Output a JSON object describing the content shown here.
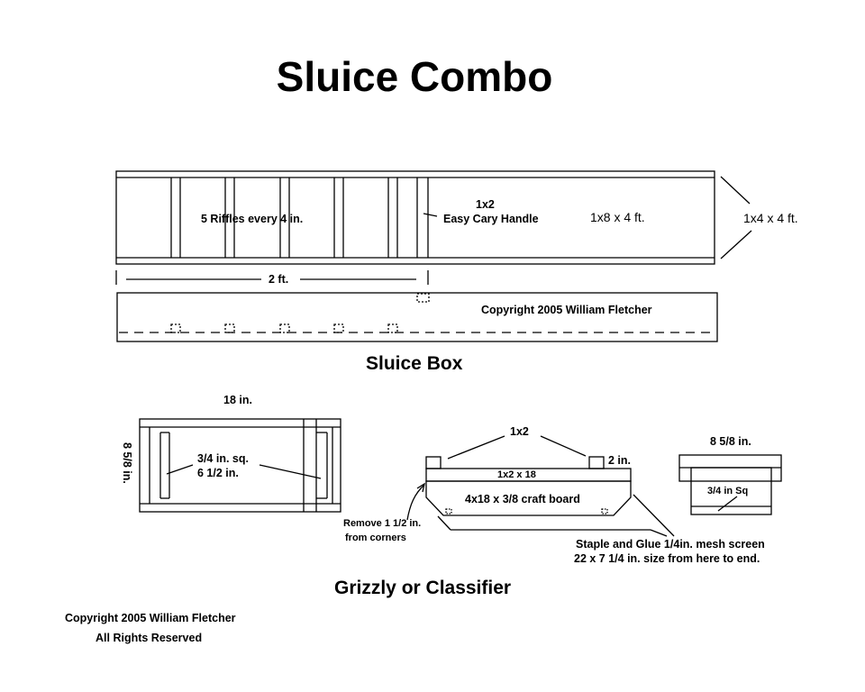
{
  "title": "Sluice Combo",
  "sluice_box": {
    "section_title": "Sluice Box",
    "riffles_label": "5 Riffles every 4 in.",
    "handle_size": "1x2",
    "handle_label": "Easy Cary Handle",
    "bottom_board_label": "1x8 x 4 ft.",
    "side_board_label": "1x4 x 4 ft.",
    "riffle_span_label": "2 ft.",
    "copyright": "Copyright 2005 William Fletcher"
  },
  "classifier": {
    "section_title": "Grizzly or Classifier",
    "width_label": "18 in.",
    "height_label": "8 5/8 in.",
    "bar_label_line1": "3/4 in. sq.",
    "bar_label_line2": "6 1/2 in.",
    "side_rail_label": "1x2",
    "post_height_label": "2 in.",
    "rail_label": "1x2 x 18",
    "board_label": "4x18 x 3/8 craft board",
    "corner_note_line1": "Remove 1 1/2 in.",
    "corner_note_line2": "from corners",
    "mesh_note_line1": "Staple and Glue 1/4in. mesh screen",
    "mesh_note_line2": "22 x 7 1/4 in. size from here to end.",
    "end_width_label": "8 5/8 in.",
    "end_bar_label": "3/4 in Sq"
  },
  "footer": {
    "copyright": "Copyright 2005 William Fletcher",
    "rights": "All Rights Reserved"
  }
}
